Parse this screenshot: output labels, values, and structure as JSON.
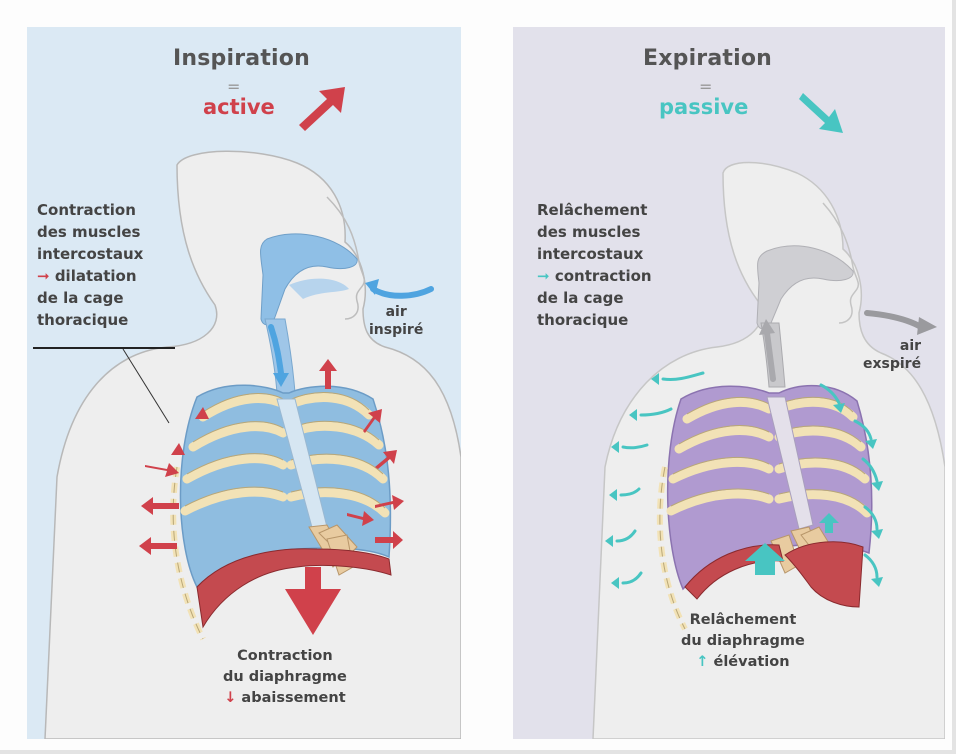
{
  "left": {
    "title": "Inspiration",
    "equals": "=",
    "mode": "active",
    "muscle_label": {
      "line1": "Contraction",
      "line2": "des muscles",
      "line3": "intercostaux",
      "arrow": "➞",
      "line4_text": "dilatation",
      "line5": "de la cage",
      "line6": "thoracique"
    },
    "air_label": {
      "line1": "air",
      "line2": "inspiré"
    },
    "diaphragm_label": {
      "line1": "Contraction",
      "line2": "du diaphragme",
      "arrow": "↓",
      "line3_text": "abaissement"
    }
  },
  "right": {
    "title": "Expiration",
    "equals": "=",
    "mode": "passive",
    "muscle_label": {
      "line1": "Relâchement",
      "line2": "des muscles",
      "line3": "intercostaux",
      "arrow": "➞",
      "line4_text": "contraction",
      "line5": "de la cage",
      "line6": "thoracique"
    },
    "air_label": {
      "line1": "air",
      "line2": "exspiré"
    },
    "diaphragm_label": {
      "line1": "Relâchement",
      "line2": "du diaphragme",
      "arrow": "↑",
      "line3_text": "élévation"
    }
  },
  "colors": {
    "active": "#d0414b",
    "passive": "#48c5c2",
    "lung_inspiration": "#8fbde0",
    "lung_expiration": "#b09ad0",
    "ribs": "#f2e2b6",
    "body": "#eeeeee",
    "airway_inspiration": "#8fbfe6",
    "airway_expiration": "#bdbdc2"
  }
}
